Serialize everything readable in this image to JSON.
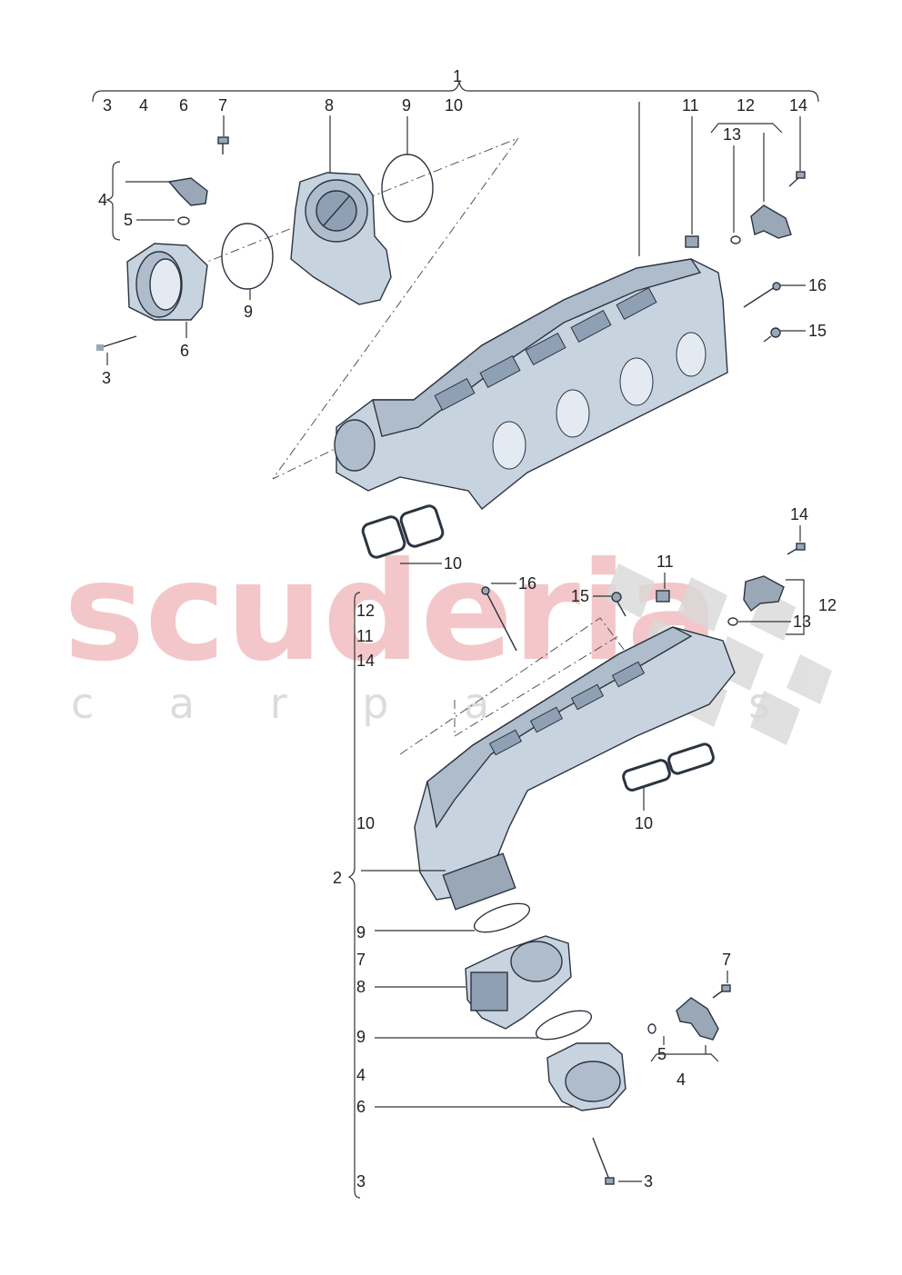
{
  "watermark": {
    "main": "scuderia",
    "sub": "c a r   p a r t s"
  },
  "colors": {
    "part_fill": "#c8d3e0",
    "part_dark": "#8fa0b4",
    "watermark_red": "#f3c7c9",
    "flag_gray": "#d9d9d9"
  },
  "labels": {
    "top_1": "1",
    "top_3": "3",
    "top_4": "4",
    "top_6": "6",
    "top_10": "10",
    "top_7": "7",
    "top_8": "8",
    "top_9a": "9",
    "top_11": "11",
    "top_12": "12",
    "top_13": "13",
    "top_14": "14",
    "top_4b": "4",
    "top_5": "5",
    "top_9b": "9",
    "top_3b": "3",
    "top_6b": "6",
    "top_16": "16",
    "top_15": "15",
    "mid_10": "10",
    "bot_14": "14",
    "bot_11": "11",
    "bot_16": "16",
    "bot_15": "15",
    "bot_12": "12",
    "bot_13": "13",
    "list_12": "12",
    "list_11": "11",
    "list_14": "14",
    "list_10": "10",
    "list_2": "2",
    "list_9a": "9",
    "list_7": "7",
    "list_8": "8",
    "list_9b": "9",
    "list_4": "4",
    "list_6": "6",
    "list_3": "3",
    "bot_10": "10",
    "bot_7": "7",
    "bot_5": "5",
    "bot_4": "4",
    "bot_3": "3"
  }
}
